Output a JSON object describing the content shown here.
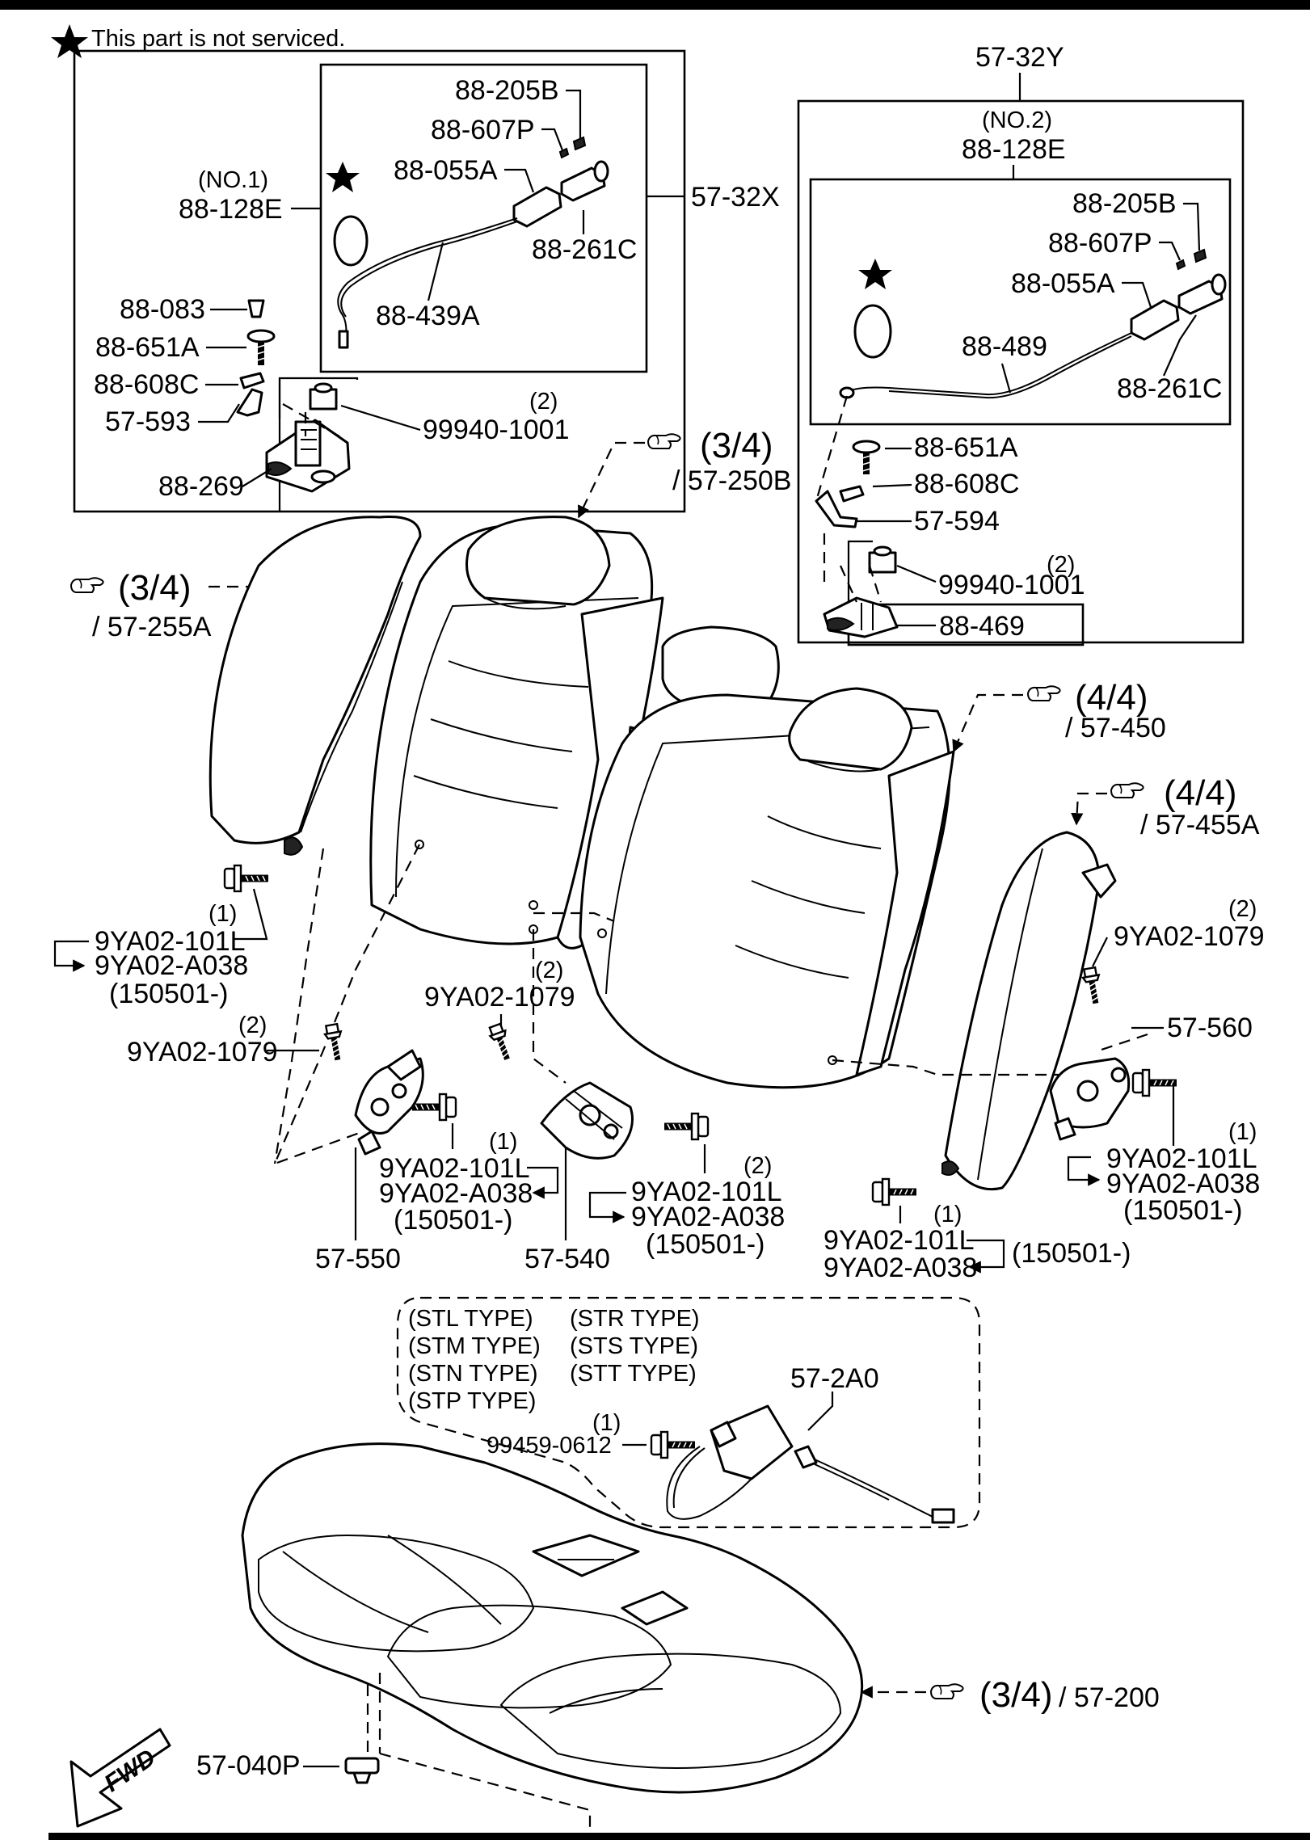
{
  "note": {
    "text": "This part is not serviced."
  },
  "labels": {
    "p57_32X": "57-32X",
    "p57_32Y": "57-32Y",
    "no1": "(NO.1)",
    "no2": "(NO.2)",
    "p88_128E_a": "88-128E",
    "p88_128E_b": "88-128E",
    "p88_205B_a": "88-205B",
    "p88_205B_b": "88-205B",
    "p88_607P_a": "88-607P",
    "p88_607P_b": "88-607P",
    "p88_055A_a": "88-055A",
    "p88_055A_b": "88-055A",
    "p88_261C_a": "88-261C",
    "p88_261C_b": "88-261C",
    "p88_439A": "88-439A",
    "p88_489": "88-489",
    "p88_083": "88-083",
    "p88_651A_a": "88-651A",
    "p88_651A_b": "88-651A",
    "p88_608C_a": "88-608C",
    "p88_608C_b": "88-608C",
    "p57_593": "57-593",
    "p57_594": "57-594",
    "p88_269": "88-269",
    "p88_469": "88-469",
    "q2_a": "(2)",
    "p99940_a": "99940-1001",
    "q2_b": "(2)",
    "p99940_b": "99940-1001",
    "ref_250B_frac": "(3/4)",
    "ref_250B_code": "/ 57-250B",
    "ref_255A_frac": "(3/4)",
    "ref_255A_code": "/ 57-255A",
    "ref_450_frac": "(4/4)",
    "ref_450_code": "/ 57-450",
    "ref_455A_frac": "(4/4)",
    "ref_455A_code": "/ 57-455A",
    "ref_200_frac": "(3/4)",
    "ref_200_code": "/ 57-200",
    "l_q1": "(1)",
    "l_101L": "9YA02-101L",
    "l_A038": "9YA02-A038",
    "l_date": "(150501-)",
    "m1079_q": "(2)",
    "m1079": "9YA02-1079",
    "l1079_q": "(2)",
    "l1079": "9YA02-1079",
    "r1079_q": "(2)",
    "r1079": "9YA02-1079",
    "p57_560": "57-560",
    "r_q1": "(1)",
    "r_101L": "9YA02-101L",
    "r_A038": "9YA02-A038",
    "r_date": "(150501-)",
    "c550_q": "(1)",
    "c550_101L": "9YA02-101L",
    "c550_A038": "9YA02-A038",
    "c550_date": "(150501-)",
    "c540_q": "(2)",
    "c540_101L": "9YA02-101L",
    "c540_A038": "9YA02-A038",
    "c540_date": "(150501-)",
    "b_q1": "(1)",
    "b_101L": "9YA02-101L",
    "b_A038": "9YA02-A038",
    "b_date": "(150501-)",
    "p57_550": "57-550",
    "p57_540": "57-540",
    "p57_2A0": "57-2A0",
    "q1_bolt": "(1)",
    "p99459": "99459-0612",
    "p57_040P": "57-040P",
    "fwd": "FWD"
  },
  "types": [
    "(STL TYPE)",
    "(STR TYPE)",
    "(STM TYPE)",
    "(STS TYPE)",
    "(STN TYPE)",
    "(STT TYPE)",
    "(STP TYPE)"
  ],
  "icons": [
    "star-icon",
    "pointing-hand-icon",
    "fwd-arrow-icon"
  ]
}
